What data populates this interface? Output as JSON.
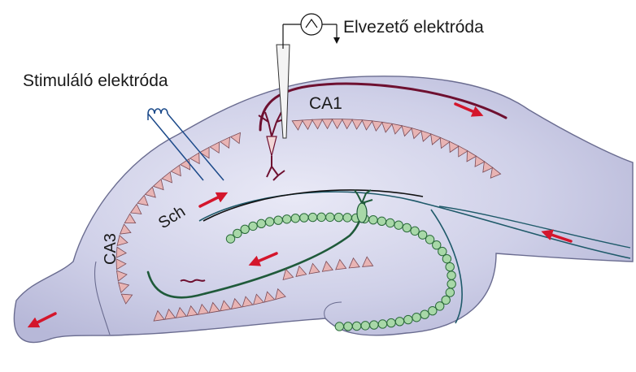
{
  "labels": {
    "recording_electrode": "Elvezető elektróda",
    "stimulating_electrode": "Stimuláló elektróda",
    "ca1": "CA1",
    "ca3": "CA3",
    "sch": "Sch"
  },
  "colors": {
    "hippocampus_fill": "#c8c9e4",
    "hippocampus_outline": "#6a6c90",
    "pyramidal_cell": "#e8b4b4",
    "granule_cell": "#a8d8a8",
    "ca1_axon": "#6e1030",
    "mossy_fiber": "#1f5a3a",
    "perforant_path": "#1f5a6a",
    "stim_wire": "#1c4a8a",
    "arrow": "#d4162c"
  },
  "icons": {
    "amplifier": "ac-source-icon",
    "stimulator_coil": "coil-icon",
    "direction_arrow": "arrow-icon"
  }
}
